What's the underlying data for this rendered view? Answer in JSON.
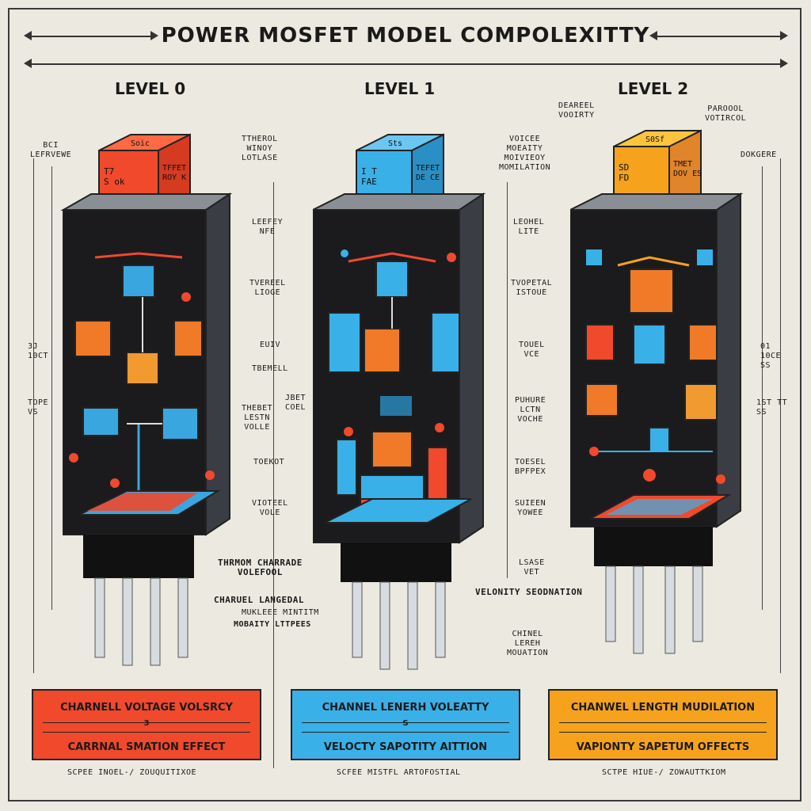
{
  "title": "POWER MOSFET MODEL COMPOLEXITTY",
  "levels": [
    {
      "label": "LEVEL 0",
      "chip_top": "Soic",
      "chip_left": "T7\nS ok",
      "chip_right": "TFFET\nROY K",
      "box_line1": "CHARNELL VOLTAGE VOLSRCY",
      "box_mid": "3",
      "box_line2": "CARRNAL SMATION EFFECT",
      "footer": "SCPEE INOEL-/ ZOUQUITIXOE",
      "color": "#f0492c"
    },
    {
      "label": "LEVEL 1",
      "chip_top": "Sts",
      "chip_left": "I T\nFAE",
      "chip_right": "TEFET\nDE CE",
      "box_line1": "CHANNEL LENERH VOLEATTY",
      "box_mid": "S",
      "box_line2": "VELOCTY SAPOTITY AITTION",
      "footer": "SCFEE MISTFL ARTOFOSTIAL",
      "color": "#3ab0e8"
    },
    {
      "label": "LEVEL 2",
      "chip_top": "S0Sf",
      "chip_left": "SD\nFD",
      "chip_right": "TMET\nDOV ES",
      "box_line1": "CHANWEL LENGTH MUDILATION",
      "box_mid": "",
      "box_line2": "VAPIONTY SAPETUM OFFECTS",
      "footer": "SCTPE HIUE-/ ZOWAUTTKIOM",
      "color": "#f6a21d"
    }
  ],
  "notes": {
    "bc": "BCI\nLEFRVEWE",
    "t_winoy": "TTHEROL\nWINOY\nLOTLASE",
    "voicee": "VOICEE\nMOEAITY\nMOIVIEOY\nMOMILATION",
    "dearel": "DEAREEL\nVOOIRTY",
    "paroool": "PAROOOL\nVOTIRCOL",
    "dokgere": "DOKGERE",
    "leefey": "LEEFEY\nNFE",
    "leohel": "LEOHEL\nLITE",
    "tvereel": "TVEREEL\nLIOGE",
    "tvopetal": "TVOPETAL\nISTOUE",
    "euiv": "EUIV",
    "touel": "TOUEL\nVCE",
    "tbemell": "TBEMELL",
    "thebet": "THEBET\nLESTN\nVOLLE",
    "jbet": "JBET\nCOEL",
    "puhure": "PUHURE\nLCTN\nVOCHE",
    "toekot": "TOEKOT",
    "toesel": "TOESEL\nBPFPEX",
    "voiteel": "VIOTEEL\nVOLE",
    "suieen": "SUIEEN\nYOWEE",
    "thrmom": "THRMOM CHARRADE\nVOLEFOOL",
    "lsase": "LSASE\nVET",
    "velonity": "VELONITY SEODNATION",
    "charuel": "CHARUEL LANGEDAL",
    "mukleee": "MUKLEEE MINTITM",
    "mobaity": "MOBAITY LTTPEES",
    "chinel": "CHINEL\nLEREH\nMOUATION",
    "left_side": "3J\n10CT",
    "left_side2": "TOPE\nVS",
    "right_side": "01\n10CE\nSS",
    "right_side2": "1ST TT\nSS"
  }
}
